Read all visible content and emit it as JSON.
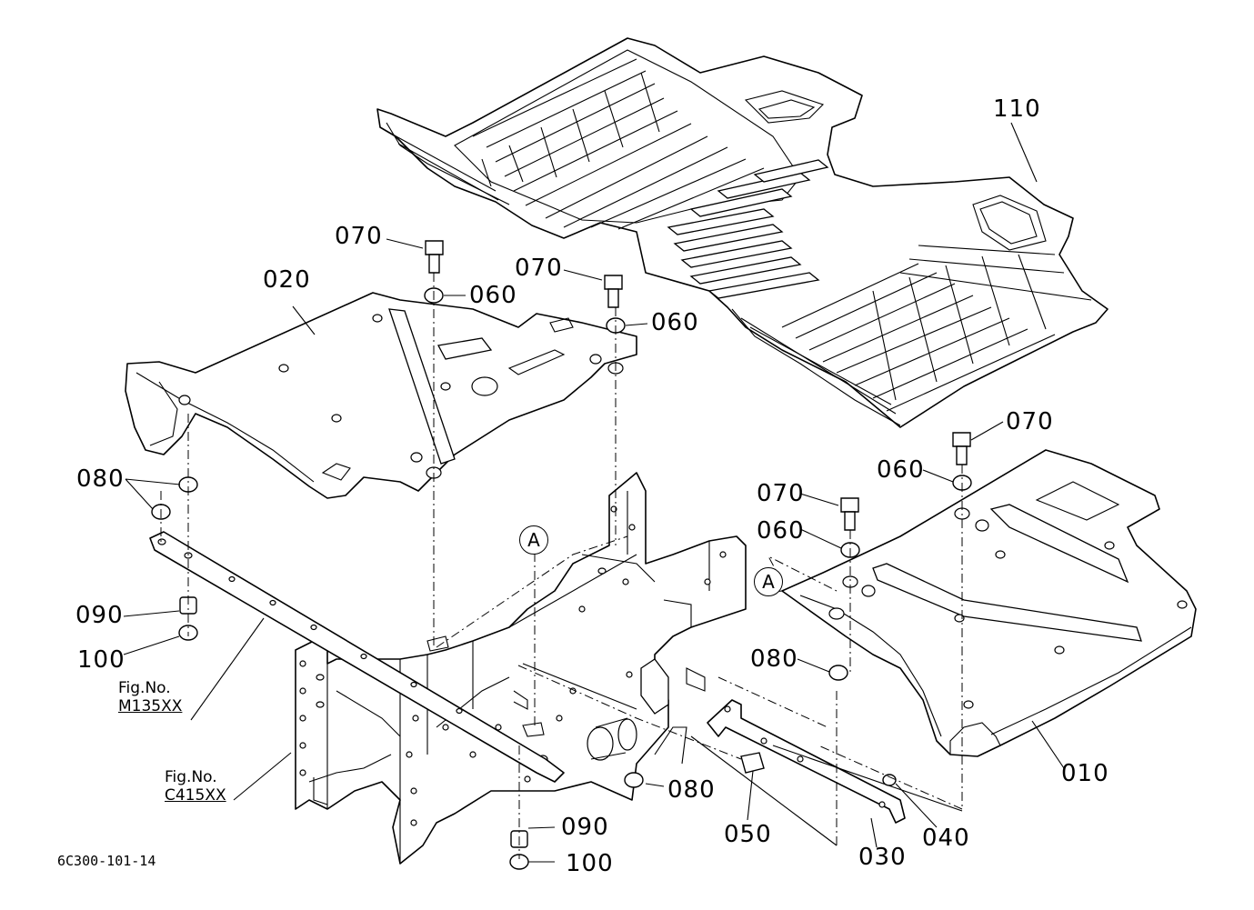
{
  "diagram": {
    "drawing_code": "6C300-101-14",
    "reference_mark": "A",
    "callouts": {
      "p110": "110",
      "p070_a": "070",
      "p060_a": "060",
      "p070_b": "070",
      "p060_b": "060",
      "p020": "020",
      "p080_a": "080",
      "p090_a": "090",
      "p100_a": "100",
      "p070_c": "070",
      "p060_c": "060",
      "p070_d": "070",
      "p060_d": "060",
      "p080_b": "080",
      "p080_c": "080",
      "p050": "050",
      "p030": "030",
      "p040": "040",
      "p010": "010",
      "p090_b": "090",
      "p100_b": "100"
    },
    "figure_refs": [
      {
        "label": "Fig.No.",
        "number": "M135XX"
      },
      {
        "label": "Fig.No.",
        "number": "C415XX"
      }
    ]
  }
}
